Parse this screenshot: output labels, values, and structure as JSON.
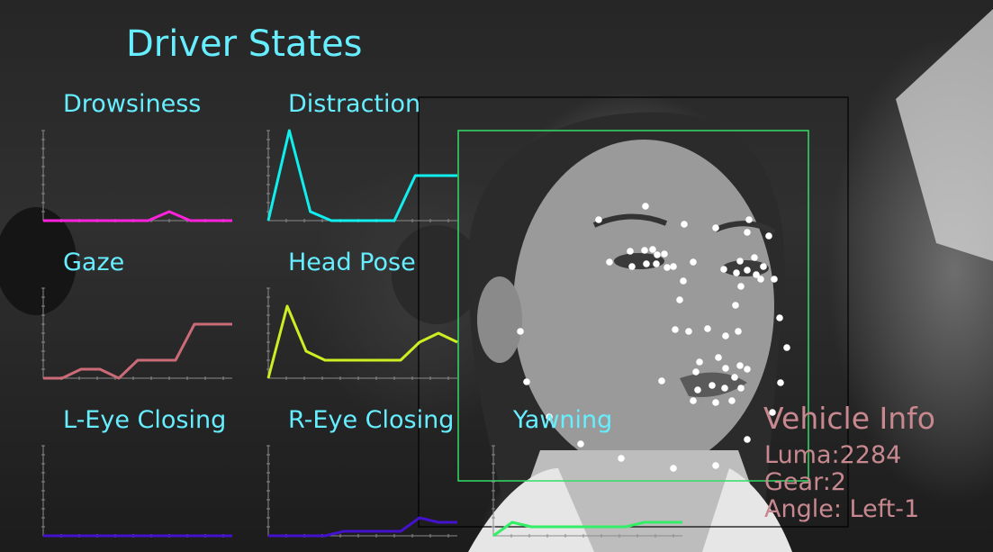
{
  "title": "Driver States",
  "charts": [
    {
      "label": "Drowsiness",
      "color": "#ff22dd",
      "values": [
        0,
        0,
        0,
        0,
        0,
        0,
        0.1,
        0,
        0,
        0
      ]
    },
    {
      "label": "Distraction",
      "color": "#11eeee",
      "values": [
        0,
        1,
        0.1,
        0,
        0,
        0,
        0,
        0.5,
        0.5,
        0.5
      ]
    },
    {
      "label": "Gaze",
      "color": "#cc6b78",
      "values": [
        0,
        0,
        0.1,
        0.1,
        0,
        0.2,
        0.2,
        0.2,
        0.6,
        0.6,
        0.6
      ]
    },
    {
      "label": "Head Pose",
      "color": "#ccee22",
      "values": [
        0,
        0.8,
        0.3,
        0.2,
        0.2,
        0.2,
        0.2,
        0.2,
        0.4,
        0.5,
        0.4
      ]
    },
    {
      "label": "L-Eye Closing",
      "color": "#4411cc",
      "values": [
        0,
        0,
        0,
        0,
        0,
        0,
        0,
        0,
        0,
        0,
        0
      ]
    },
    {
      "label": "R-Eye Closing",
      "color": "#4411cc",
      "values": [
        0,
        0,
        0,
        0,
        0.05,
        0.05,
        0.05,
        0.05,
        0.2,
        0.15,
        0.15
      ]
    },
    {
      "label": "Yawning",
      "color": "#33ee66",
      "values": [
        0,
        0.15,
        0.1,
        0.1,
        0.1,
        0.1,
        0.1,
        0.1,
        0.15,
        0.15,
        0.15
      ]
    }
  ],
  "vehicle": {
    "title": "Vehicle Info",
    "luma": "Luma:2284",
    "gear": "Gear:2",
    "angle": "Angle: Left-1"
  },
  "landmark_color": "#ffffff"
}
